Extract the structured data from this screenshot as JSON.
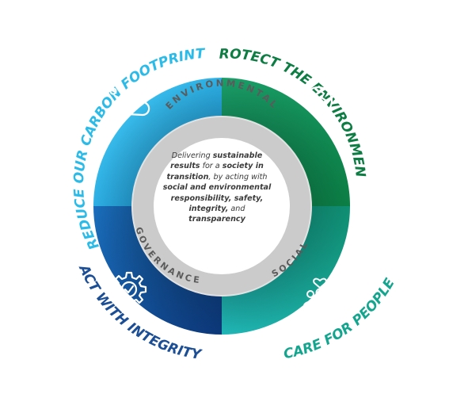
{
  "pillars": {
    "top_left": "REDUCE OUR CARBON FOOTPRINT",
    "top_right": "PROTECT THE ENVIRONMENT",
    "bottom_left": "ACT WITH INTEGRITY",
    "bottom_right": "CARE FOR PEOPLE"
  },
  "ring_labels": {
    "environmental": "ENVIRONMENTAL",
    "governance": "GOVERNANCE",
    "social": "SOCIAL"
  },
  "center": {
    "p1": "Delivering ",
    "b1": "sustainable results",
    "p2": " for a ",
    "b2": "society in transition",
    "p3": ", by acting with ",
    "b3": "social and environmental responsibility, safety, integrity,",
    "p4": " and ",
    "b4": "transparency"
  },
  "icons": {
    "co2_label": "CO2",
    "co2": "co2-cloud-icon",
    "globe": "globe-icon",
    "gear": "gear-check-icon",
    "people": "people-heart-icon"
  },
  "colors": {
    "cyan": "#39c5ef",
    "blue": "#0e7ec4",
    "navy": "#0f3f86",
    "green": "#0f8a4a",
    "teal": "#19b39b",
    "ring_grey": "#c8c8c8",
    "label_cyan": "#28b9e6",
    "label_green": "#0e7d44",
    "label_blue": "#1b4e95",
    "label_teal": "#14a58f"
  }
}
